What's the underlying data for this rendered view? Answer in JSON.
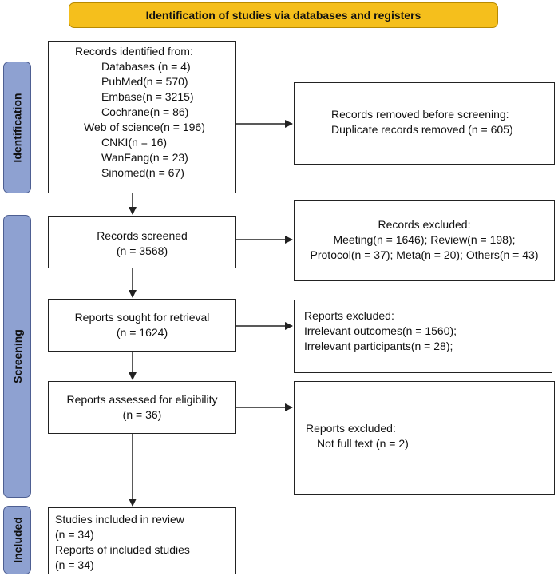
{
  "banner": {
    "title": "Identification of studies via databases and registers"
  },
  "phases": {
    "identification": "Identification",
    "screening": "Screening",
    "included": "Included"
  },
  "identified": {
    "heading": "Records identified from:",
    "items": [
      "Databases (n = 4)",
      "PubMed(n = 570)",
      "Embase(n = 3215)",
      "Cochrane(n = 86)",
      "Web of science(n = 196)",
      "CNKI(n = 16)",
      "WanFang(n = 23)",
      "Sinomed(n = 67)"
    ]
  },
  "removed": {
    "line1": "Records removed before screening:",
    "line2": "Duplicate records removed  (n = 605)"
  },
  "screened": {
    "line1": "Records screened",
    "line2": "(n = 3568)"
  },
  "excluded_records": {
    "heading": "Records excluded:",
    "line1": "Meeting(n = 1646); Review(n = 198);",
    "line2": "Protocol(n = 37); Meta(n = 20); Others(n = 43)"
  },
  "sought": {
    "line1": "Reports sought for retrieval",
    "line2": "(n = 1624)"
  },
  "excluded_reports_1": {
    "heading": "Reports excluded:",
    "line1": "Irrelevant outcomes(n = 1560);",
    "line2": "Irrelevant participants(n = 28);"
  },
  "assessed": {
    "line1": "Reports assessed for eligibility",
    "line2": "(n = 36)"
  },
  "excluded_reports_2": {
    "heading": "Reports excluded:",
    "line1": "Not full text (n = 2)"
  },
  "included": {
    "line1": "Studies included in review",
    "line2": "(n = 34)",
    "line3": "Reports of included studies",
    "line4": "(n = 34)"
  }
}
